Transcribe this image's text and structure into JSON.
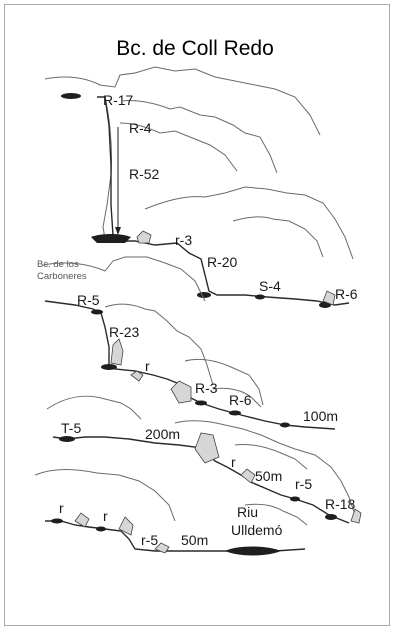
{
  "title": "Bc. de Coll Redo",
  "tributary_name_line1": "Bc. de los",
  "tributary_name_line2": "Carboneres",
  "river_name_line1": "Riu",
  "river_name_line2": "Ulldemó",
  "labels": {
    "r17": "R-17",
    "r4": "R-4",
    "r52": "R-52",
    "r3_lower": "r-3",
    "r20": "R-20",
    "s4": "S-4",
    "r6_a": "R-6",
    "r5_a": "R-5",
    "r23": "R-23",
    "r_a": "r",
    "r3_upper": "R-3",
    "r6_b": "R-6",
    "d100m": "100m",
    "t5": "T-5",
    "d200m": "200m",
    "r_b": "r",
    "d50m_a": "50m",
    "r5_lower_a": "r-5",
    "r18": "R-18",
    "r_c": "r",
    "r_d": "r",
    "r5_lower_b": "r-5",
    "d50m_b": "50m"
  },
  "colors": {
    "ink": "#1a1a1a",
    "wall": "#6a6a6a",
    "rock_fill": "#d6d6d6",
    "pool_fill": "#1e1e1e",
    "frame": "#a9a9a9"
  }
}
